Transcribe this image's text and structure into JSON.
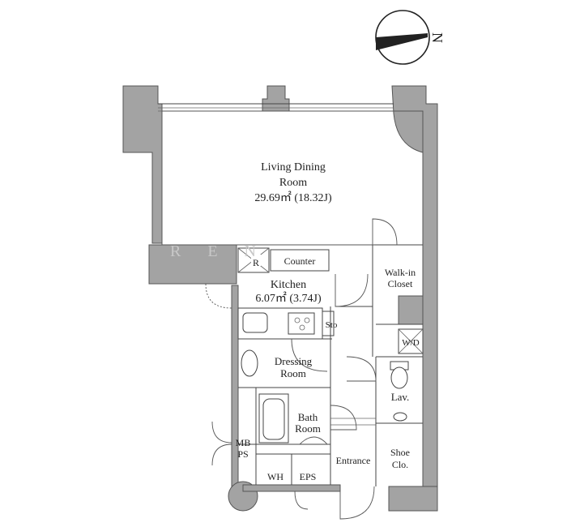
{
  "north_label": "N",
  "watermark": "R E N",
  "rooms": {
    "living": {
      "name_line1": "Living Dining",
      "name_line2": "Room",
      "area": "29.69㎡ (18.32J)"
    },
    "kitchen": {
      "name": "Kitchen",
      "area": "6.07㎡ (3.74J)"
    },
    "refrigerator": "R",
    "counter": "Counter",
    "storage": "Sto",
    "walk_in_closet": {
      "line1": "Walk-in",
      "line2": "Closet"
    },
    "washer_dryer": "W/D",
    "dressing": {
      "line1": "Dressing",
      "line2": "Room"
    },
    "lavatory": "Lav.",
    "bath": {
      "line1": "Bath",
      "line2": "Room"
    },
    "mb_ps": {
      "line1": "MB",
      "line2": "PS"
    },
    "entrance": "Entrance",
    "shoe_closet": {
      "line1": "Shoe",
      "line2": "Clo."
    },
    "water_heater": "WH",
    "eps": "EPS"
  }
}
